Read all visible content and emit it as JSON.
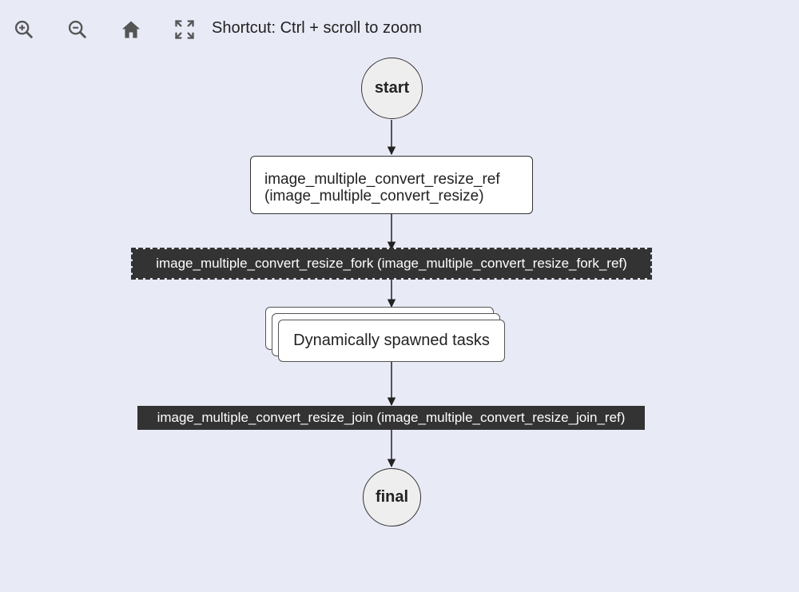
{
  "toolbar": {
    "zoom_in_icon": "zoom-in-icon",
    "zoom_out_icon": "zoom-out-icon",
    "home_icon": "home-icon",
    "fit_icon": "fullscreen-icon",
    "shortcut_text": "Shortcut: Ctrl + scroll to zoom"
  },
  "graph": {
    "start_label": "start",
    "task": {
      "ref_line": "image_multiple_convert_resize_ref",
      "name_line": "(image_multiple_convert_resize)"
    },
    "fork_label": "image_multiple_convert_resize_fork (image_multiple_convert_resize_fork_ref)",
    "dynamic_label": "Dynamically spawned tasks",
    "join_label": "image_multiple_convert_resize_join (image_multiple_convert_resize_join_ref)",
    "final_label": "final"
  },
  "colors": {
    "background": "#e8eaf6",
    "bar": "#333333",
    "node_fill": "#eeeeee",
    "icon": "#555555"
  }
}
